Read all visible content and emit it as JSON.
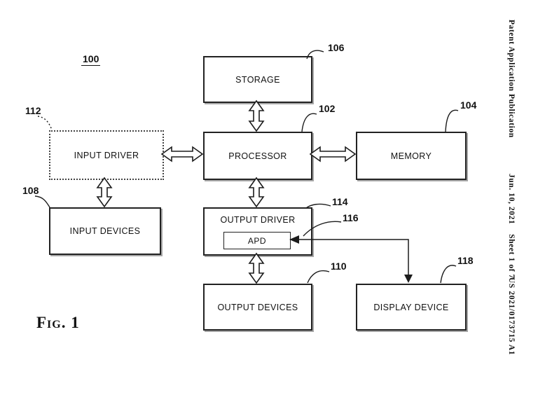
{
  "sidebar": {
    "publication": "Patent Application Publication",
    "date_sheet": "Jun. 10, 2021    Sheet 1 of 7",
    "doc_number": "US 2021/0173715 A1"
  },
  "figure": {
    "system_ref": "100",
    "caption": "Fig. 1"
  },
  "blocks": {
    "storage": {
      "label": "STORAGE",
      "ref": "106"
    },
    "processor": {
      "label": "PROCESSOR",
      "ref": "102"
    },
    "memory": {
      "label": "MEMORY",
      "ref": "104"
    },
    "input_driver": {
      "label": "INPUT DRIVER",
      "ref": "112"
    },
    "input_devices": {
      "label": "INPUT DEVICES",
      "ref": "108"
    },
    "output_driver": {
      "label": "OUTPUT DRIVER",
      "ref": "114"
    },
    "apd": {
      "label": "APD",
      "ref": "116"
    },
    "output_devices": {
      "label": "OUTPUT DEVICES",
      "ref": "110"
    },
    "display_device": {
      "label": "DISPLAY DEVICE",
      "ref": "118"
    }
  }
}
